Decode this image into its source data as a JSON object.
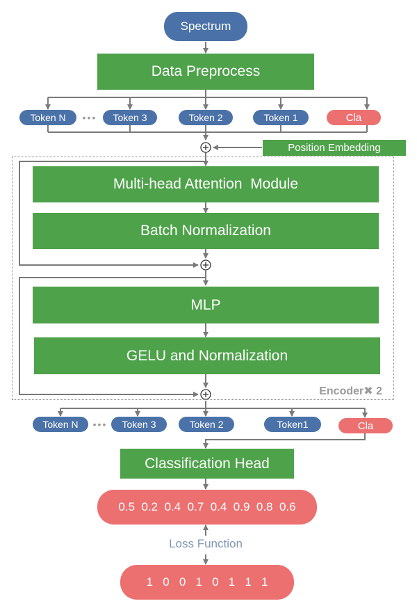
{
  "input": {
    "label": "Spectrum"
  },
  "preprocess": {
    "label": "Data Preprocess"
  },
  "tokens_top": {
    "items": [
      "Token N",
      "Token 3",
      "Token 2",
      "Token 1"
    ],
    "ellipsis": "•••",
    "cla": "Cla"
  },
  "position_embedding": {
    "label": "Position Embedding"
  },
  "encoder": {
    "attention": "Multi-head Attention  Module",
    "batch_norm": "Batch Normalization",
    "mlp": "MLP",
    "gelu": "GELU and Normalization",
    "repeat_label": "Encoder✖ 2"
  },
  "tokens_bottom": {
    "items": [
      "Token N",
      "Token 3",
      "Token 2",
      "Token1"
    ],
    "ellipsis": "•••",
    "cla": "Cla"
  },
  "classification_head": {
    "label": "Classification Head"
  },
  "prediction": {
    "values": "0.5  0.2  0.4  0.7  0.4  0.9  0.8  0.6"
  },
  "loss": {
    "label": "Loss Function"
  },
  "target": {
    "values": "1   0   0   1   0   1   1   1"
  },
  "colors": {
    "green": "#4ea24a",
    "blue": "#4a72a8",
    "red": "#ec7070",
    "wire": "#7a7a7a"
  }
}
